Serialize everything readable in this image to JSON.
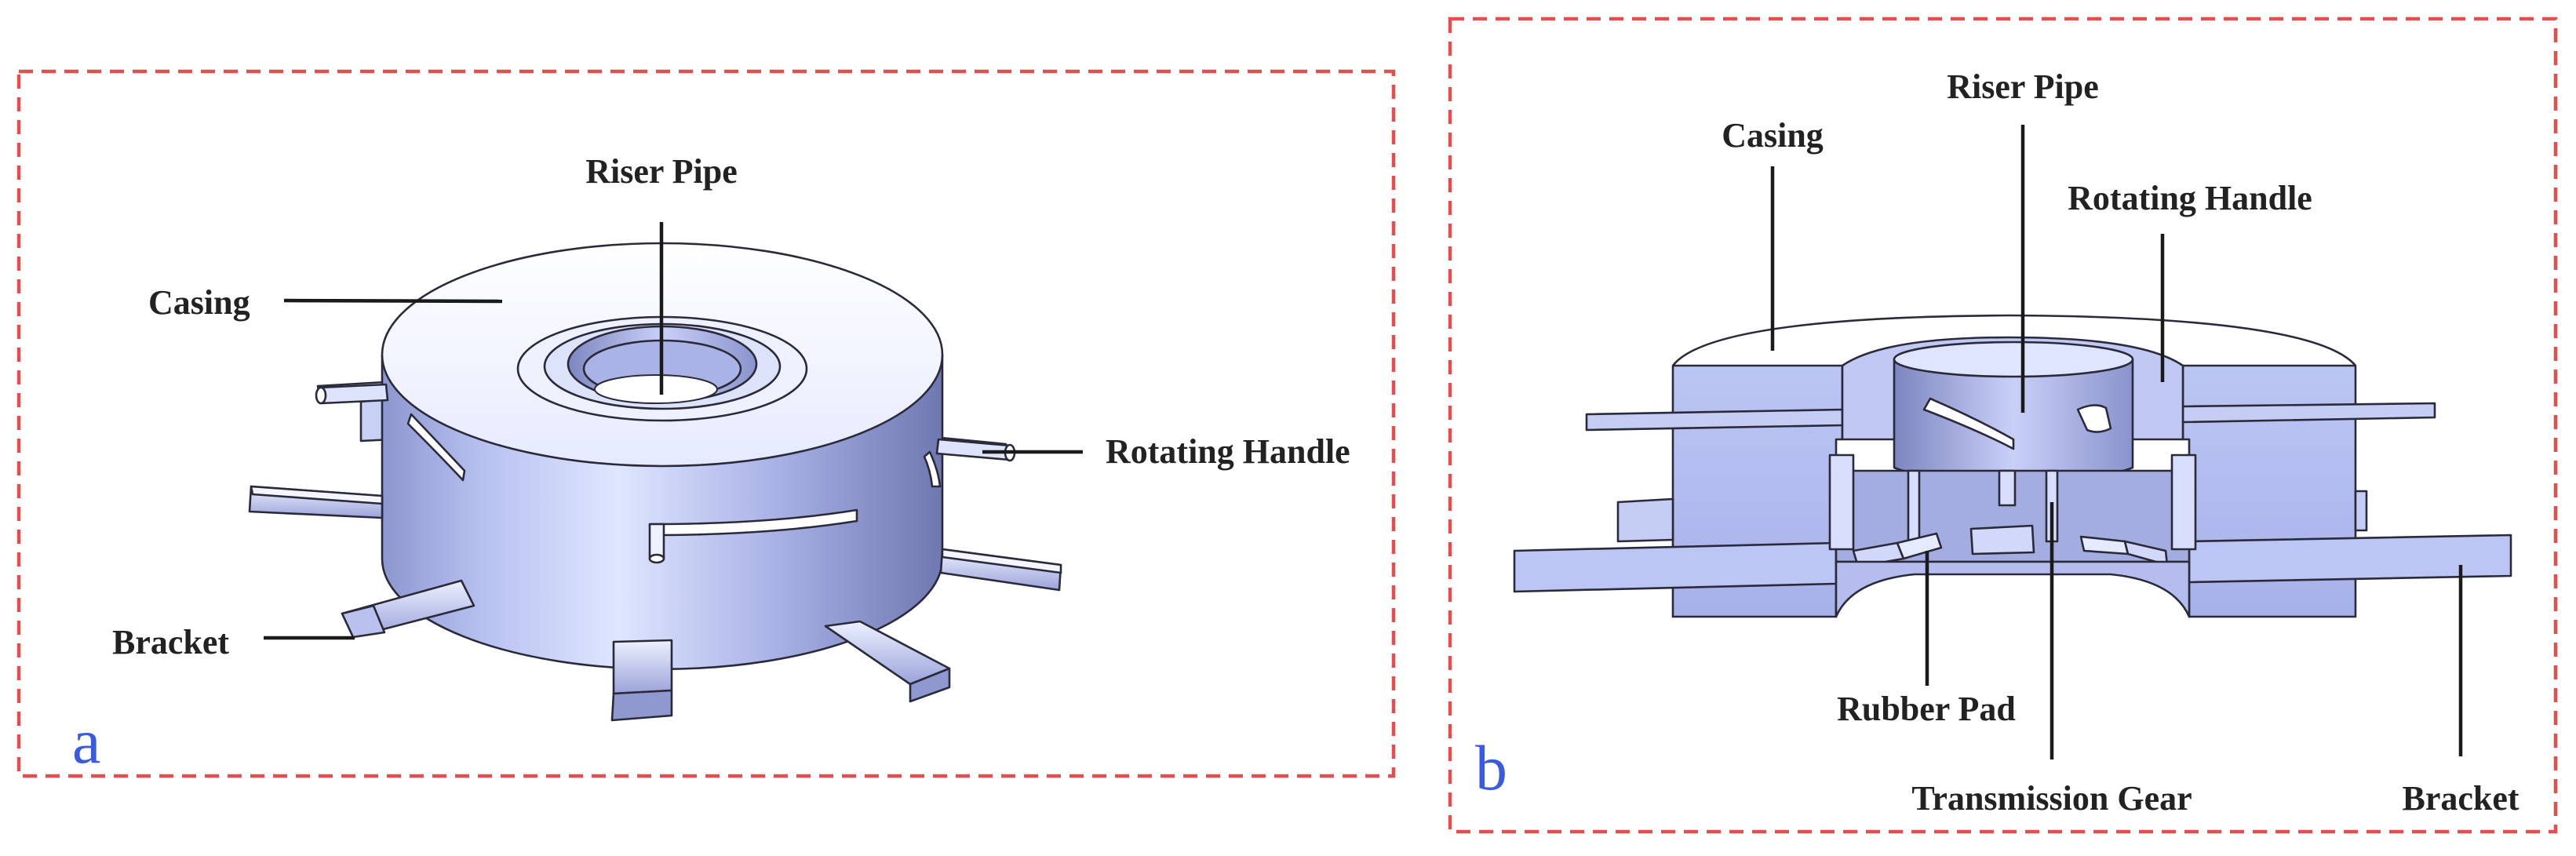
{
  "panels": [
    {
      "id": "a",
      "letter": "a",
      "labels": {
        "riser_pipe": "Riser Pipe",
        "casing": "Casing",
        "rotating_handle": "Rotating Handle",
        "bracket": "Bracket"
      }
    },
    {
      "id": "b",
      "letter": "b",
      "labels": {
        "riser_pipe": "Riser Pipe",
        "casing": "Casing",
        "rotating_handle": "Rotating Handle",
        "rubber_pad": "Rubber Pad",
        "transmission_gear": "Transmission Gear",
        "bracket": "Bracket"
      }
    }
  ],
  "colors": {
    "frame": "#e05050",
    "panel_letter": "#3b5bdb",
    "label_text": "#222222",
    "body_light": "#dfe4fb",
    "body_mid": "#aeb8ee",
    "body_dark": "#7f88c4"
  }
}
